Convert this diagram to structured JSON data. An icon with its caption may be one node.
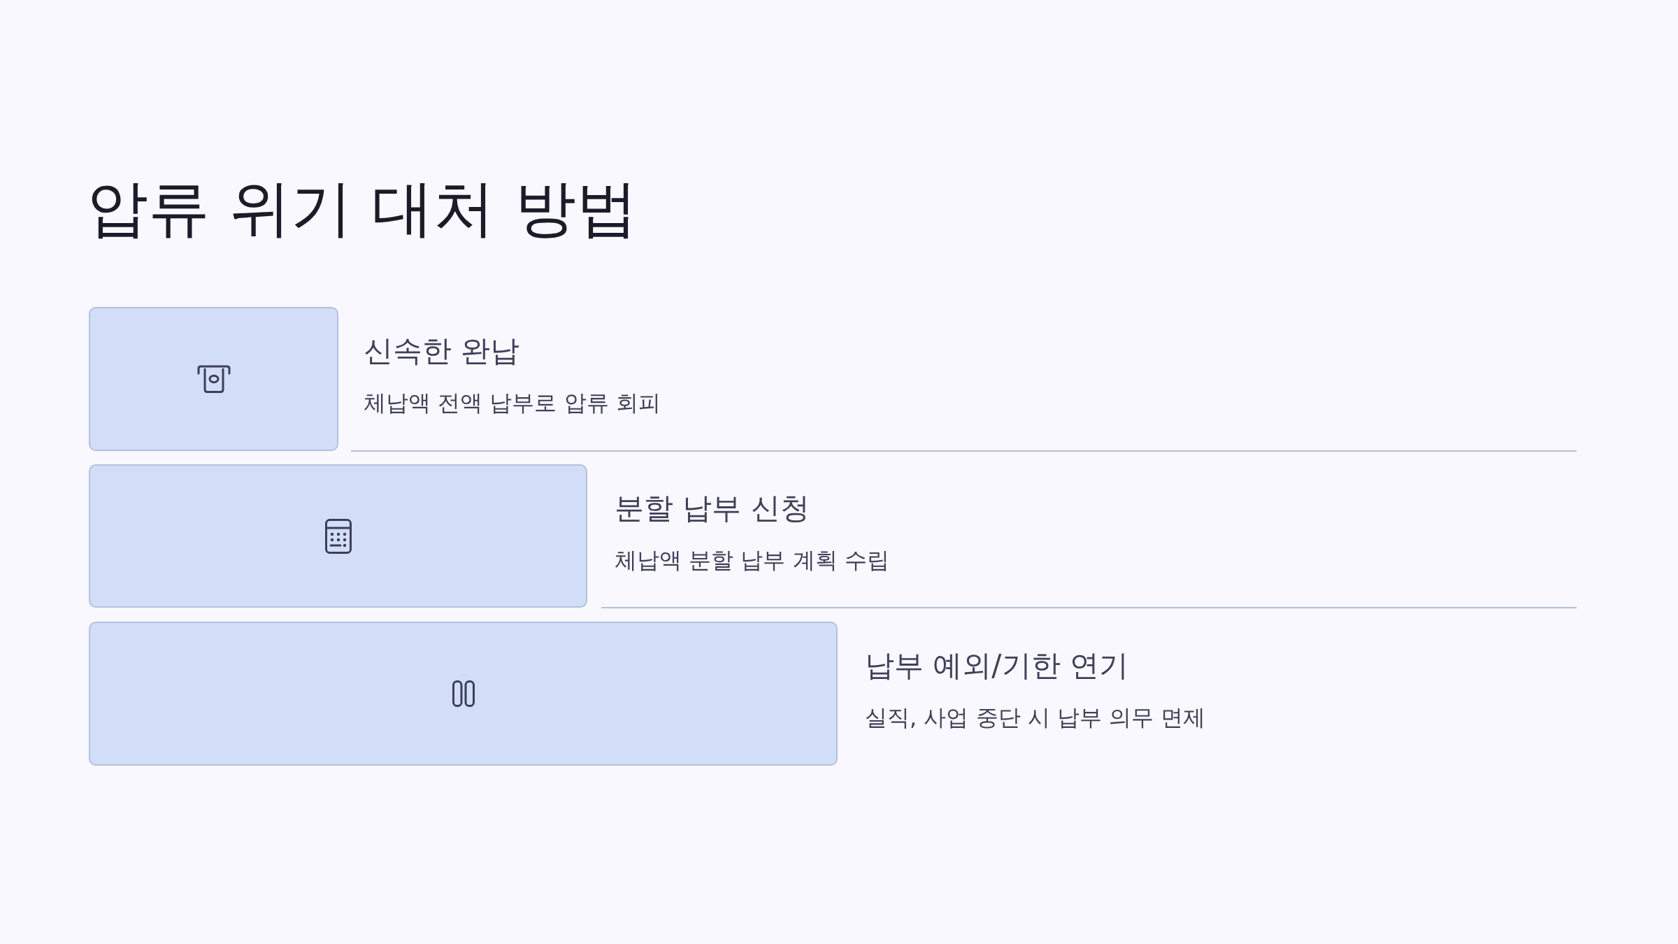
{
  "diagram": {
    "title": "압류 위기 대처 방법",
    "nodes": [
      {
        "text": [],
        "shape": "box",
        "beside": [
          "신속한 완납",
          "체납액 전액 납부로 압류 회피"
        ]
      },
      {
        "text": [],
        "shape": "box",
        "beside": [
          "분할 납부 신청",
          "체납액 분할 납부 계획 수립"
        ]
      },
      {
        "text": [],
        "shape": "box",
        "beside": [
          "납부 예외/기한 연기",
          "실직, 사업 중단 시 납부 의무 면제"
        ]
      }
    ]
  }
}
